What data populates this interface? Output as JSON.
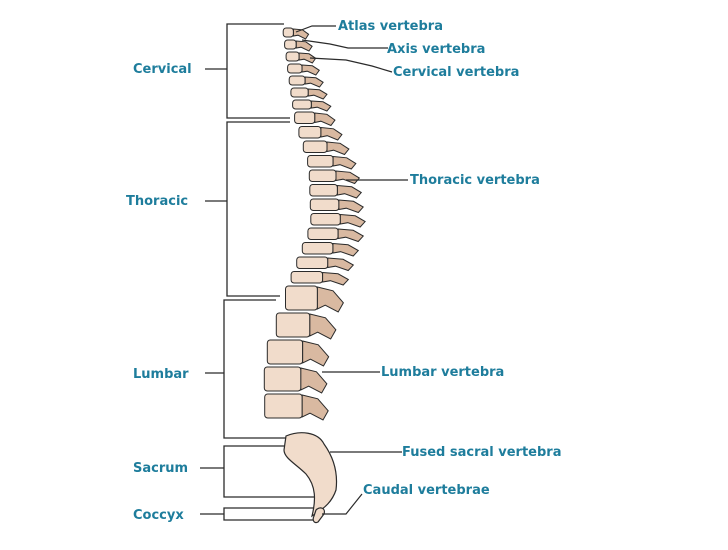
{
  "regions": {
    "cervical": "Cervical",
    "thoracic": "Thoracic",
    "lumbar": "Lumbar",
    "sacrum": "Sacrum",
    "coccyx": "Coccyx"
  },
  "callouts": {
    "atlas": "Atlas vertebra",
    "axis": "Axis vertebra",
    "cervical": "Cervical vertebra",
    "thoracic": "Thoracic vertebra",
    "lumbar": "Lumbar vertebra",
    "sacral": "Fused sacral vertebra",
    "caudal": "Caudal vertebrae"
  },
  "colors": {
    "label": "#1e7d9c",
    "bone": "#f1dccb",
    "bone_shade": "#d9b9a1",
    "outline": "#2b2b2b"
  }
}
